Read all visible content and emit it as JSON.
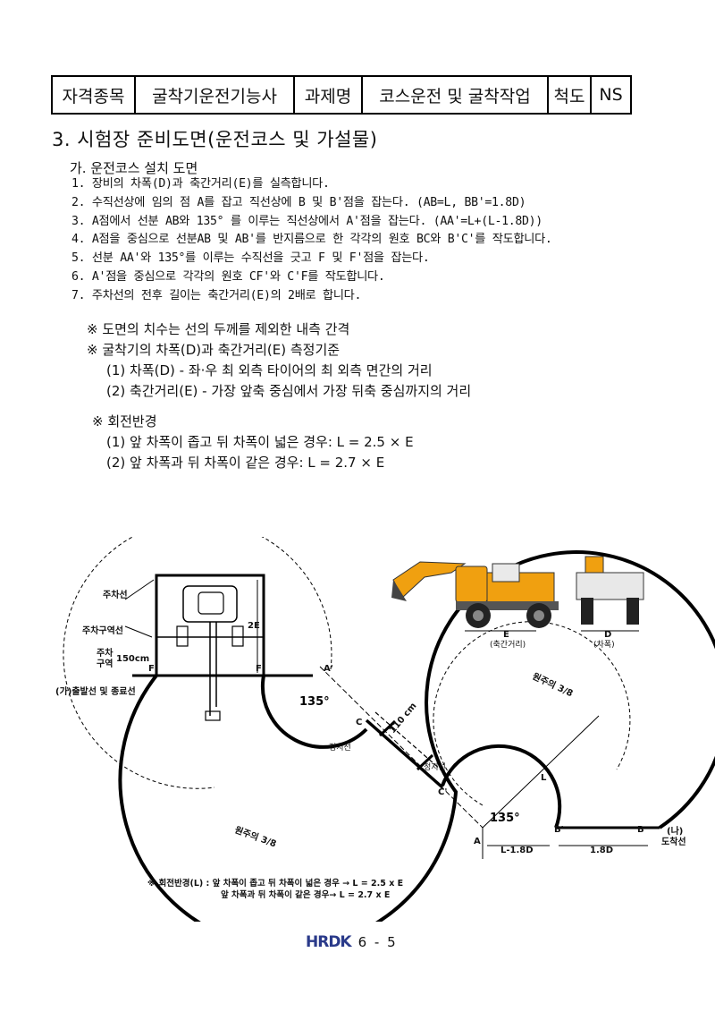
{
  "header": {
    "qual_label": "자격종목",
    "qual_value": "굴착기운전기능사",
    "task_label": "과제명",
    "task_value": "코스운전 및 굴착작업",
    "scale_label": "척도",
    "scale_value": "NS"
  },
  "section_title": "3. 시험장 준비도면(운전코스 및 가설물)",
  "subsection_title": "가. 운전코스 설치 도면",
  "steps": [
    "1. 장비의 차폭(D)과 축간거리(E)를 실측합니다.",
    "2. 수직선상에 임의 점 A를 잡고 직선상에 B 및 B'점을 잡는다. (AB=L, BB'=1.8D)",
    "3. A점에서 선분 AB와 135° 를 이루는 직선상에서 A'점을 잡는다. (AA'=L+(L-1.8D))",
    "4. A점을 중심으로 선분AB 및 AB'를 반지름으로 한 각각의 원호 BC와 B'C'를 작도합니다.",
    "5. 선분 AA'와 135°를 이루는 수직선을 긋고 F 및 F'점을 잡는다.",
    "6. A'점을 중심으로 각각의 원호 CF'와 C'F를 작도합니다.",
    "7. 주차선의 전후 길이는 축간거리(E)의 2배로 합니다."
  ],
  "notes": {
    "note1": "※ 도면의 치수는 선의 두께를 제외한 내측 간격",
    "note2": "※ 굴착기의 차폭(D)과 축간거리(E) 측정기준",
    "note2_1": "(1) 차폭(D) - 좌·우 최 외측 타이어의 최 외측 면간의 거리",
    "note2_2": "(2) 축간거리(E) - 가장 앞축 중심에서 가장 뒤축 중심까지의 거리"
  },
  "turning": {
    "title": "※ 회전반경",
    "item1": "(1) 앞 차폭이 좁고 뒤 차폭이 넓은 경우: L = 2.5 × E",
    "item2": "(2) 앞 차폭과 뒤 차폭이 같은 경우: L = 2.7 × E"
  },
  "diagram": {
    "parking_line": "주차선",
    "parking_area_line": "주차구역선",
    "parking_zone_1": "주차",
    "parking_zone_2": "구역",
    "dim_150": "150cm",
    "start_end_line": "(가)출발선 및 종료선",
    "dim_2e": "2E",
    "pt_f": "F",
    "pt_f2": "F'",
    "pt_a2": "A'",
    "pt_c": "C",
    "pt_c2": "C'",
    "pt_a": "A",
    "pt_b": "B",
    "pt_b2": "B'",
    "angle_top": "135°",
    "angle_bottom": "135°",
    "dim_110": "110 cm",
    "stop_line_1": "정지선",
    "stop_line_2": "정지선",
    "arc_top": "원주의 3/8",
    "arc_bottom": "원주의 3/8",
    "dim_l": "L",
    "dim_l18": "L-1.8D",
    "dim_18d": "1.8D",
    "finish_1": "(나)",
    "finish_2": "도착선",
    "exc_e": "E",
    "exc_e_label": "(축간거리)",
    "exc_d": "D",
    "exc_d_label": "(차폭)"
  },
  "caption": {
    "line1": "※ 회전반경(L) : 앞 차폭이 좁고 뒤 차폭이 넓은 경우 → L = 2.5 x E",
    "line2": "앞 차폭과 뒤 차폭이 같은 경우→ L = 2.7 x E"
  },
  "footer": {
    "logo": "HRDK",
    "page": "6 - 5"
  }
}
